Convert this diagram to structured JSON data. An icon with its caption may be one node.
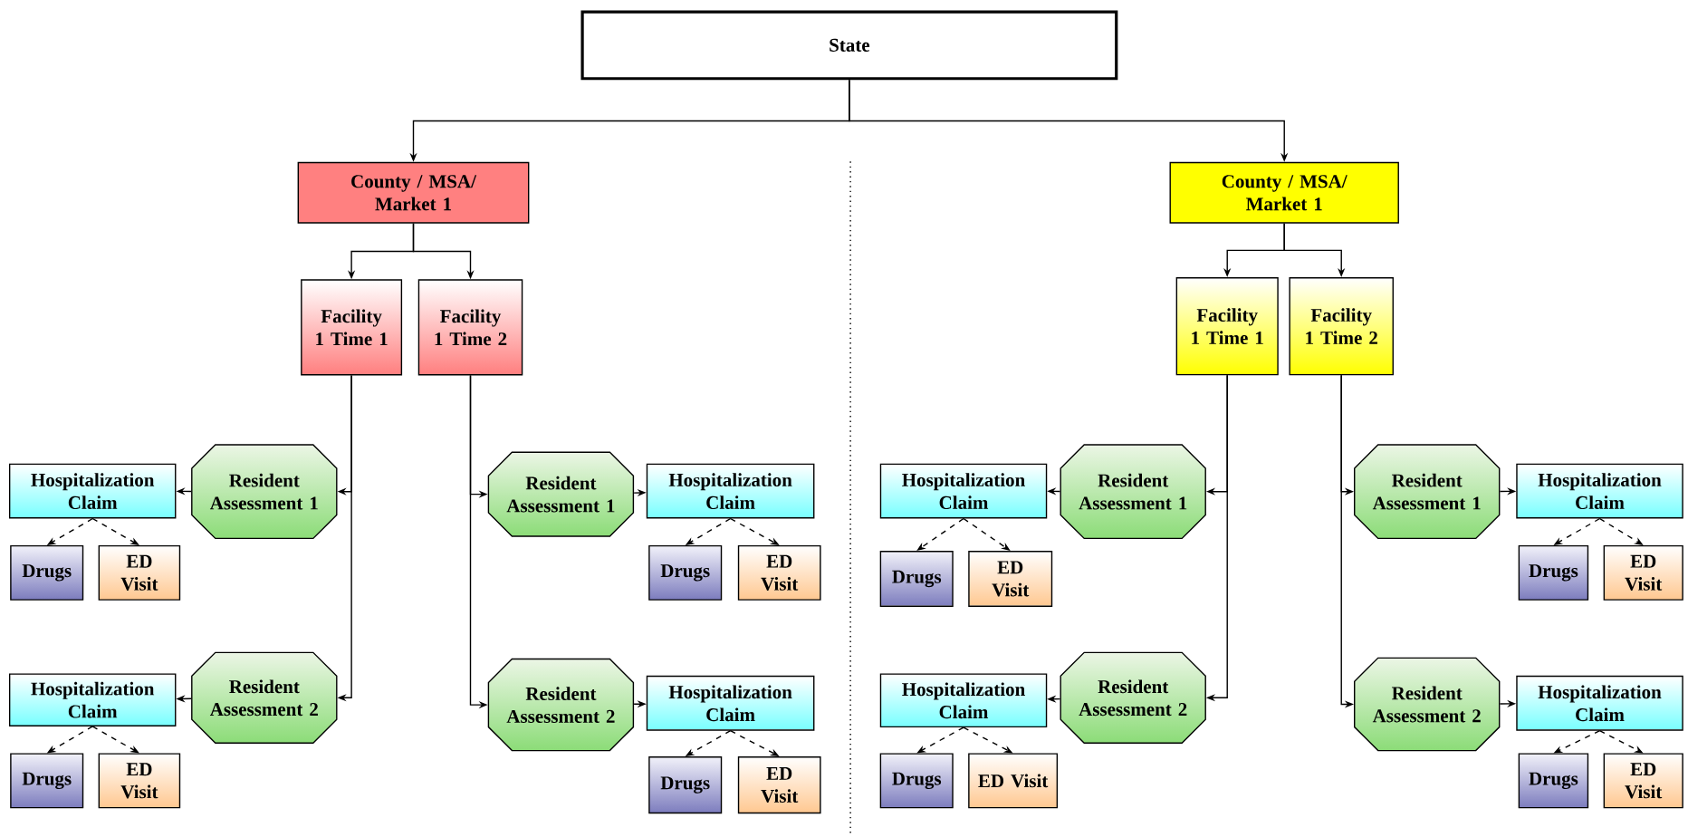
{
  "diagram": {
    "nodes": [
      {
        "text": [
          "State"
        ]
      },
      {
        "text": [
          "County / MSA/ Market 1"
        ]
      },
      {
        "text": [
          "Facility 1 Time 1"
        ]
      },
      {
        "text": [
          "Facility 1 Time 2"
        ]
      },
      {
        "text": [
          "Resident Assessment 1"
        ]
      },
      {
        "text": [
          "Hospitalization Claim"
        ]
      },
      {
        "text": [
          "Drugs"
        ]
      },
      {
        "text": [
          "ED Visit"
        ]
      },
      {
        "text": [
          "Resident Assessment 2"
        ]
      },
      {
        "text": [
          "Hospitalization Claim"
        ]
      },
      {
        "text": [
          "Drugs"
        ]
      },
      {
        "text": [
          "ED Visit"
        ]
      },
      {
        "text": [
          "Resident Assessment 1"
        ]
      },
      {
        "text": [
          "Hospitalization Claim"
        ]
      },
      {
        "text": [
          "Drugs"
        ]
      },
      {
        "text": [
          "ED Visit"
        ]
      },
      {
        "text": [
          "Resident Assessment 2"
        ]
      },
      {
        "text": [
          "Hospitalization Claim"
        ]
      },
      {
        "text": [
          "Drugs"
        ]
      },
      {
        "text": [
          "ED Visit"
        ]
      },
      {
        "text": [
          "County / MSA/ Market 1"
        ]
      },
      {
        "text": [
          "Facility 1 Time 1"
        ]
      },
      {
        "text": [
          "Facility 1 Time 2"
        ]
      },
      {
        "text": [
          "Resident Assessment 1"
        ]
      },
      {
        "text": [
          "Hospitalization Claim"
        ]
      },
      {
        "text": [
          "Drugs"
        ]
      },
      {
        "text": [
          "ED Visit"
        ]
      },
      {
        "text": [
          "Resident Assessment 2"
        ]
      },
      {
        "text": [
          "Hospitalization Claim"
        ]
      },
      {
        "text": [
          "Drugs"
        ]
      },
      {
        "text": [
          "ED Visit"
        ]
      },
      {
        "text": [
          "Resident Assessment 1"
        ]
      },
      {
        "text": [
          "Hospitalization Claim"
        ]
      },
      {
        "text": [
          "Drugs"
        ]
      },
      {
        "text": [
          "ED Visit"
        ]
      },
      {
        "text": [
          "Resident Assessment 2"
        ]
      },
      {
        "text": [
          "Hospitalization Claim"
        ]
      },
      {
        "text": [
          "Drugs"
        ]
      },
      {
        "text": [
          "ED Visit"
        ]
      }
    ],
    "edges": [
      {
        "from": 0,
        "to": 1,
        "arrow": "to"
      },
      {
        "from": 0,
        "to": 20,
        "arrow": "to"
      },
      {
        "from": 1,
        "to": 2,
        "arrow": "to"
      },
      {
        "from": 1,
        "to": 3,
        "arrow": "to"
      },
      {
        "from": 2,
        "to": 4,
        "arrow": "to"
      },
      {
        "from": 2,
        "to": 8,
        "arrow": "to"
      },
      {
        "from": 4,
        "to": 5,
        "arrow": "to"
      },
      {
        "from": 5,
        "to": 6,
        "arrow": "to",
        "style": "dashed"
      },
      {
        "from": 5,
        "to": 7,
        "arrow": "to",
        "style": "dashed"
      },
      {
        "from": 8,
        "to": 9,
        "arrow": "to"
      },
      {
        "from": 9,
        "to": 10,
        "arrow": "to",
        "style": "dashed"
      },
      {
        "from": 9,
        "to": 11,
        "arrow": "to",
        "style": "dashed"
      },
      {
        "from": 3,
        "to": 12,
        "arrow": "to"
      },
      {
        "from": 3,
        "to": 16,
        "arrow": "to"
      },
      {
        "from": 12,
        "to": 13,
        "arrow": "to"
      },
      {
        "from": 13,
        "to": 14,
        "arrow": "to",
        "style": "dashed"
      },
      {
        "from": 13,
        "to": 15,
        "arrow": "to",
        "style": "dashed"
      },
      {
        "from": 16,
        "to": 17,
        "arrow": "to"
      },
      {
        "from": 17,
        "to": 18,
        "arrow": "to",
        "style": "dashed"
      },
      {
        "from": 17,
        "to": 19,
        "arrow": "to",
        "style": "dashed"
      },
      {
        "from": 20,
        "to": 21,
        "arrow": "to"
      },
      {
        "from": 20,
        "to": 22,
        "arrow": "to"
      },
      {
        "from": 21,
        "to": 23,
        "arrow": "to"
      },
      {
        "from": 21,
        "to": 27,
        "arrow": "to"
      },
      {
        "from": 23,
        "to": 24,
        "arrow": "to"
      },
      {
        "from": 24,
        "to": 25,
        "arrow": "to",
        "style": "dashed"
      },
      {
        "from": 24,
        "to": 26,
        "arrow": "to",
        "style": "dashed"
      },
      {
        "from": 27,
        "to": 28,
        "arrow": "to"
      },
      {
        "from": 28,
        "to": 29,
        "arrow": "to",
        "style": "dashed"
      },
      {
        "from": 28,
        "to": 30,
        "arrow": "to",
        "style": "dashed"
      },
      {
        "from": 22,
        "to": 31,
        "arrow": "to"
      },
      {
        "from": 22,
        "to": 35,
        "arrow": "to"
      },
      {
        "from": 31,
        "to": 32,
        "arrow": "to"
      },
      {
        "from": 32,
        "to": 33,
        "arrow": "to",
        "style": "dashed"
      },
      {
        "from": 32,
        "to": 34,
        "arrow": "to",
        "style": "dashed"
      },
      {
        "from": 35,
        "to": 36,
        "arrow": "to"
      },
      {
        "from": 36,
        "to": 37,
        "arrow": "to",
        "style": "dashed"
      },
      {
        "from": 36,
        "to": 38,
        "arrow": "to",
        "style": "dashed"
      }
    ]
  }
}
